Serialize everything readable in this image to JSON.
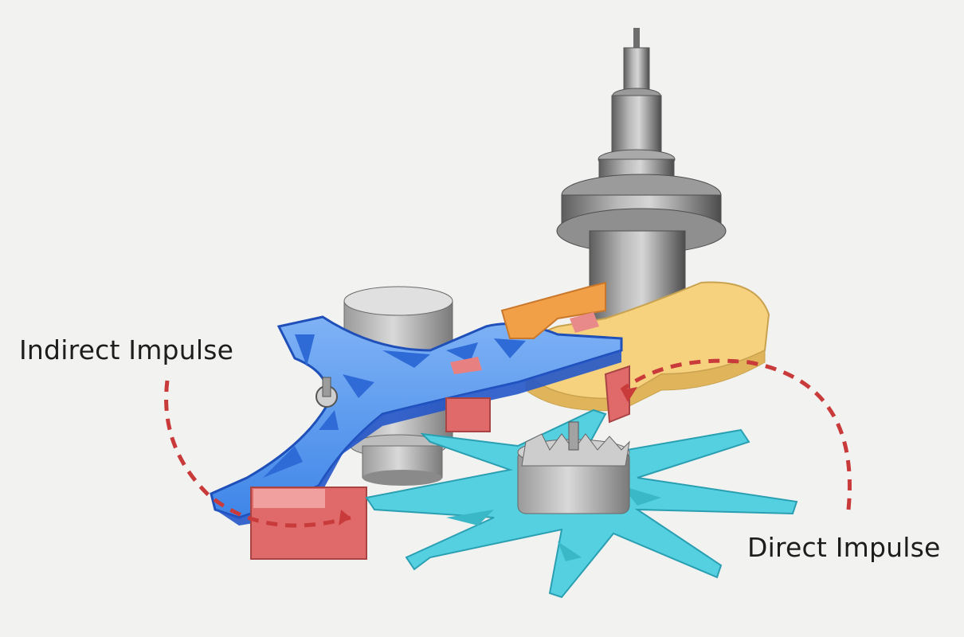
{
  "labels": {
    "indirect_impulse": "Indirect Impulse",
    "direct_impulse": "Direct Impulse"
  },
  "colors": {
    "background": "#f2f2f0",
    "lever_blue": "#3f86e8",
    "lever_blue_dark": "#2357c9",
    "escape_wheel": "#55d0e0",
    "pallet_red": "#e76f6f",
    "roller_yellow": "#f6d27e",
    "orange_piece": "#f2a047",
    "steel_gray": "#8e8e8e",
    "impulse_arrow": "#c93a3a"
  },
  "components": [
    "balance-staff",
    "double-roller",
    "pallet-lever",
    "escape-wheel",
    "escape-pinion",
    "pallet-stones",
    "lever-arbor-cylinder"
  ]
}
